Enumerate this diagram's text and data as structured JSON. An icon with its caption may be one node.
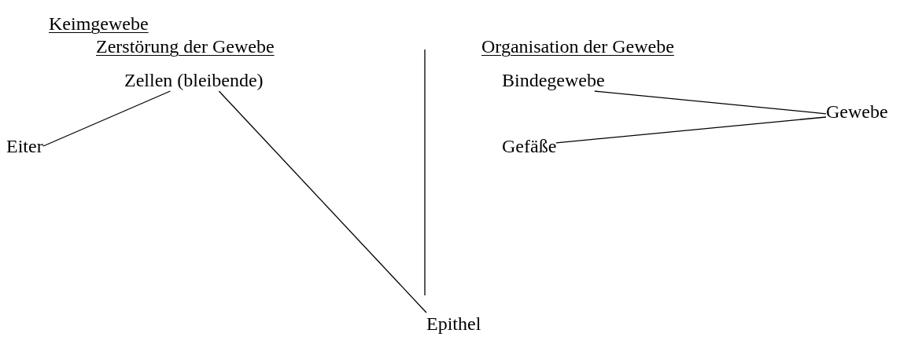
{
  "diagram": {
    "nodes": [
      {
        "text": [
          "Keimgewebe"
        ]
      },
      {
        "text": [
          "Zerstörung der Gewebe"
        ]
      },
      {
        "text": [
          "Zellen (bleibende)"
        ]
      },
      {
        "text": [
          "Eiter"
        ]
      },
      {
        "text": [
          "Epithel"
        ]
      },
      {
        "text": [
          "Organisation der Gewebe"
        ]
      },
      {
        "text": [
          "Bindegewebe"
        ]
      },
      {
        "text": [
          "Gefäße"
        ]
      },
      {
        "text": [
          "Gewebe"
        ]
      }
    ],
    "edges": [
      {
        "from": 2,
        "to": 3,
        "arrow": "none"
      },
      {
        "from": 2,
        "to": 4,
        "arrow": "none"
      },
      {
        "from": 6,
        "to": 8,
        "arrow": "none"
      },
      {
        "from": 7,
        "to": 8,
        "arrow": "none"
      }
    ]
  }
}
